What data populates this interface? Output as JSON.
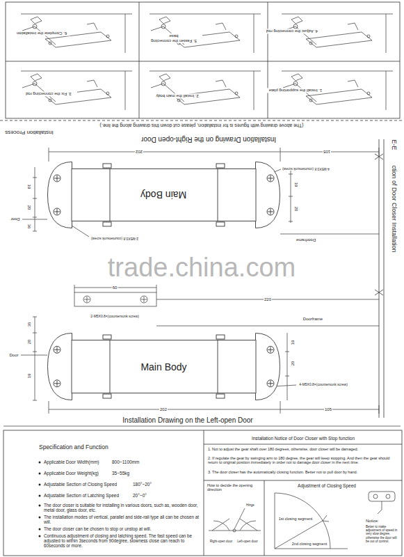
{
  "diagram": {
    "nodes": [
      {
        "text": [
          "Main Body"
        ]
      },
      {
        "text": [
          "Main Body"
        ]
      }
    ],
    "labels": [
      "1. Install the supporting plate",
      "2. Install the main body",
      "3. Fix the connecting rod",
      "4. Adjust the connecting rod",
      "5. Fasten the connecting base",
      "6. Complete the installation",
      "(The above drawing with figures is for installation, please cut down this drawing along the line.)",
      "Installation Process",
      "Installation Drawing on the Right-open Door",
      "E-E",
      "ction of Door Closer Installation",
      "202",
      "105",
      "4-M5X0.8 (countersunk screw)",
      "2-M5X0.8 (countersunk screw)",
      "Door",
      "Doorframe",
      "19",
      "20",
      "36",
      "19",
      "20",
      "60",
      "220",
      "2-M5X0.8×(countersunk screw)",
      "Doorframe",
      "Door",
      "36",
      "20",
      "19",
      "19",
      "20",
      "4-M5X0.8×(countersunk screw)",
      "202",
      "105",
      "Installation Drawing on the Left-open Door",
      "trade.china.com",
      "Specification and Function",
      "Applicable Door Width(mm)",
      "800~1100mm",
      "Applicable Door Weight(kg)",
      "35~55kg",
      "Adjustable Section of Closing Speed",
      "180°~20°",
      "Adjustable Section of Latching Speed",
      "20°~0°",
      "The door closer is suitable for installing in various doors, such as, wooden door, metal door, glass door, etc.",
      "The installation modes of vertical, parallel and side-rail type all can be chosen at will.",
      "The door closer can be chosen to stop or unstop at will.",
      "Continuous adjustment of closing and latching speed. The fast speed can be adjusted to within 3seconds from 90degree, slowness close can reach to 60seconds or more.",
      "Installation Notice of Door Closer with Stop function",
      "1. Not to adjust the gear shaft over 180 degrees, otherwise, door closer will be damaged.",
      "2. If regulate the gear by swinging arm to 180 degree, the gear will keep stopping. And then the gear should return to original position immediately in order not to damage door closer in the next time.",
      "3. The door closer has the automatically closing function. Better not to pull door by hand.",
      "How to decide the opening direction",
      "Adjustment of Closing Speed",
      "Right-open door",
      "Left-open door",
      "Hinge",
      "1st closing segment",
      "2nd closing segment",
      "Notice:",
      "Better to make adjustment of speed in very slow degree, otherwise the door will be out of control."
    ]
  }
}
